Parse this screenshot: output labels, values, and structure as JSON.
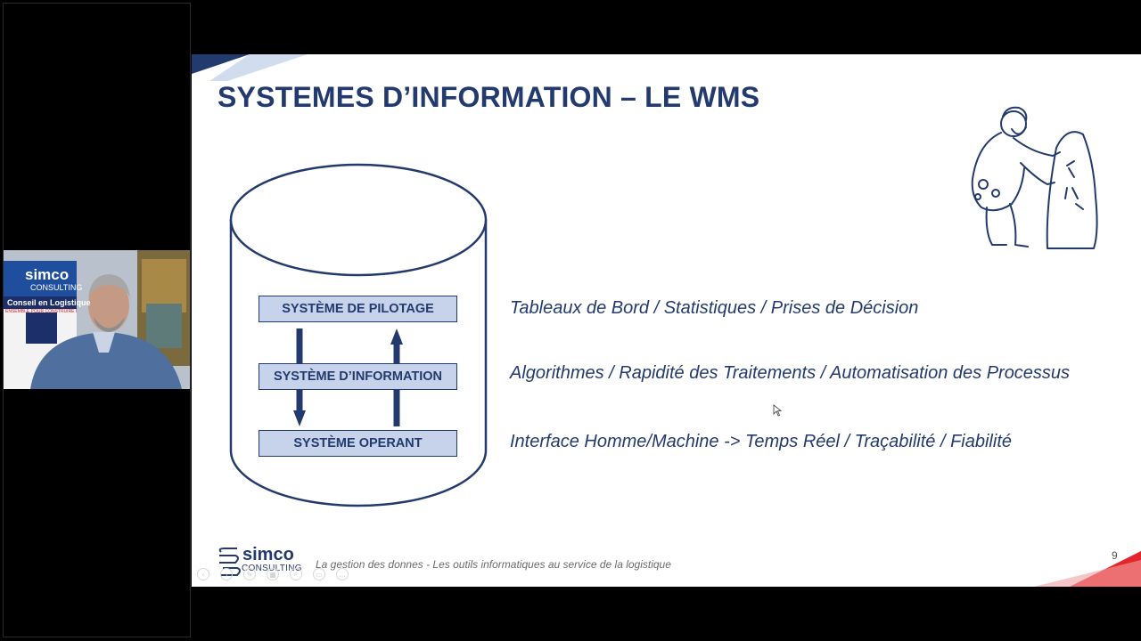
{
  "slide": {
    "title": "SYSTEMES D’INFORMATION – LE WMS",
    "diagram": {
      "boxes": [
        "SYSTÈME DE PILOTAGE",
        "SYSTÈME D’INFORMATION",
        "SYSTÈME OPERANT"
      ]
    },
    "descriptions": [
      "Tableaux de Bord / Statistiques / Prises de Décision",
      "Algorithmes / Rapidité des Traitements / Automatisation des Processus",
      "Interface Homme/Machine -> Temps Réel / Traçabilité / Fiabilité"
    ],
    "footer": {
      "logo_text": "simco",
      "logo_subtext": "CONSULTING",
      "text": "La gestion des donnes - Les outils informatiques au service de la logistique",
      "page_number": "9"
    },
    "illustration": "caveman-carving-stone-icon"
  },
  "webcam": {
    "banner_logo": "simco",
    "banner_logo_sub": "CONSULTING",
    "banner_line1": "Conseil en Logistique",
    "banner_line2": "ENSEMBLE POUR CONSTRUIRE DES SUCCÈS"
  },
  "controls": [
    "prev-icon",
    "next-icon",
    "pen-icon",
    "slides-icon",
    "zoom-icon",
    "subtitles-icon",
    "more-icon"
  ],
  "colors": {
    "navy": "#233a6e",
    "box_fill": "#c6d3ea",
    "accent_red": "#e3262e"
  }
}
